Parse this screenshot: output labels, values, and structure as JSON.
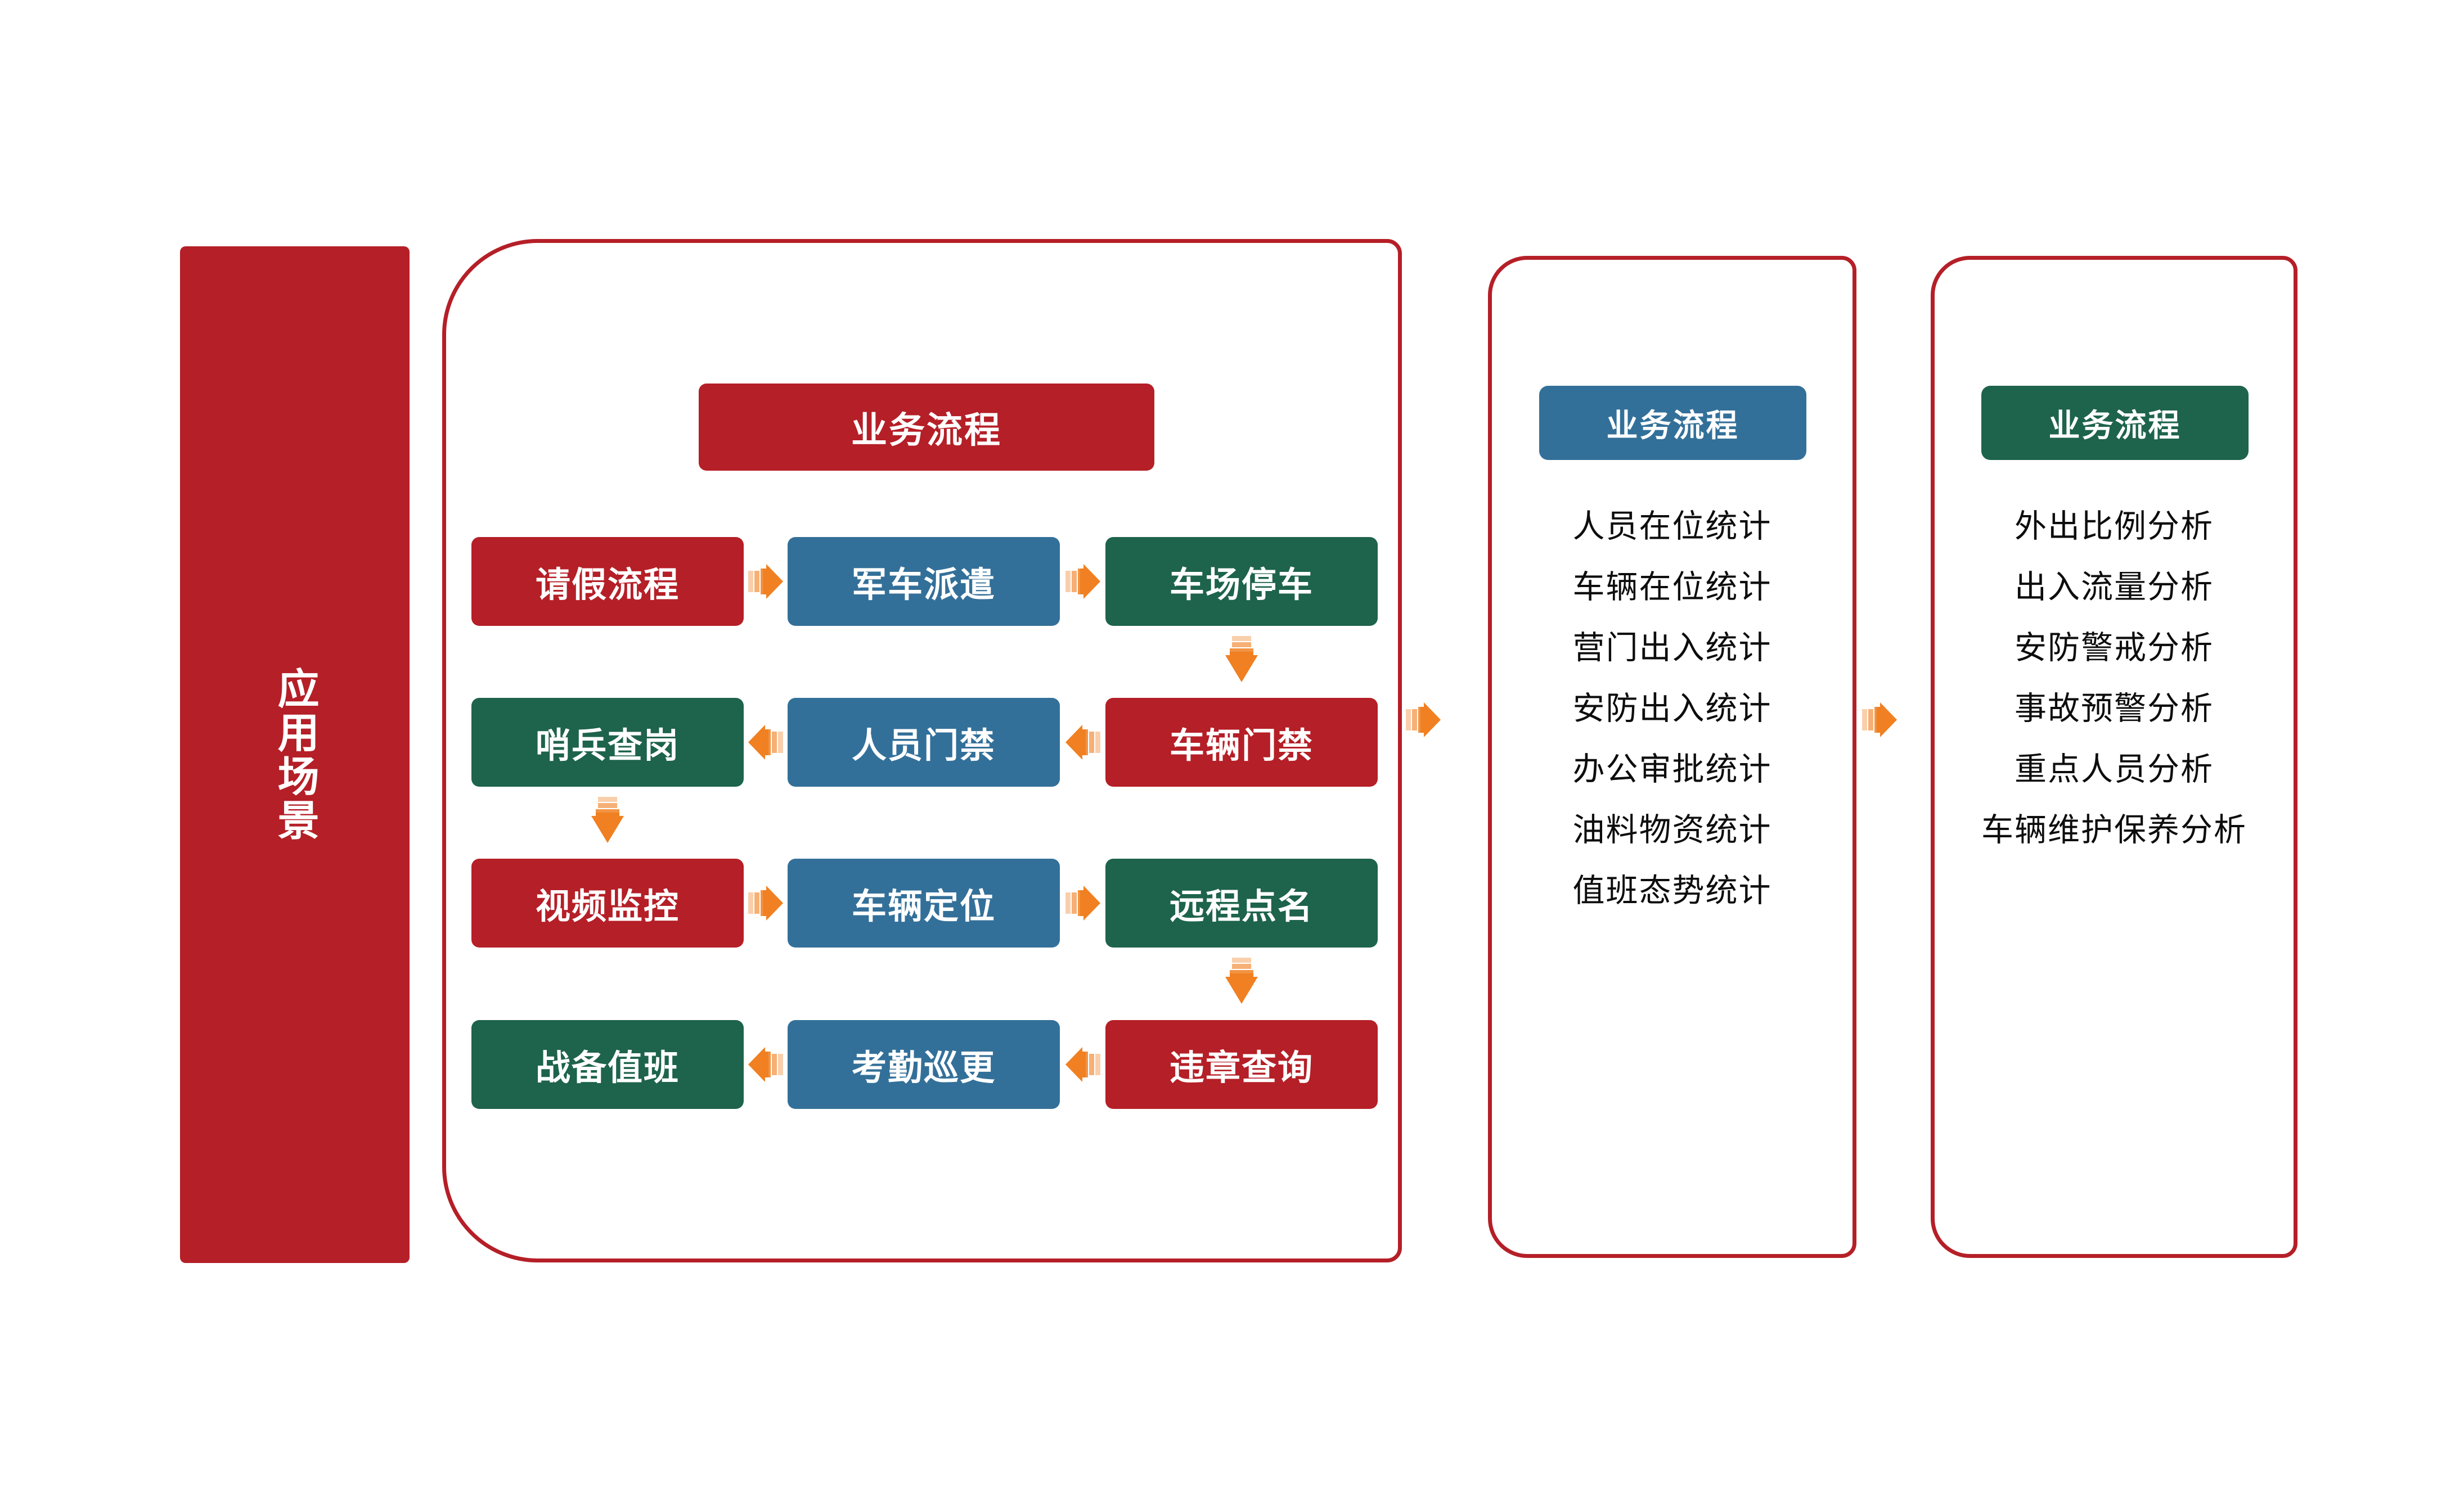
{
  "colors": {
    "red": "#B51F27",
    "blue": "#337099",
    "green": "#1E634C",
    "orange": "#F08022",
    "outline": "#B51F27",
    "text_dark": "#0d0d0d",
    "text_light": "#ffffff",
    "background": "#ffffff"
  },
  "banner": {
    "label": "应用场景"
  },
  "flow_panel": {
    "title": "业务流程",
    "rows": [
      {
        "direction": "right",
        "boxes": [
          {
            "label": "请假流程",
            "color": "red"
          },
          {
            "label": "军车派遣",
            "color": "blue"
          },
          {
            "label": "车场停车",
            "color": "green"
          }
        ]
      },
      {
        "direction": "left",
        "boxes": [
          {
            "label": "哨兵查岗",
            "color": "green"
          },
          {
            "label": "人员门禁",
            "color": "blue"
          },
          {
            "label": "车辆门禁",
            "color": "red"
          }
        ]
      },
      {
        "direction": "right",
        "boxes": [
          {
            "label": "视频监控",
            "color": "red"
          },
          {
            "label": "车辆定位",
            "color": "blue"
          },
          {
            "label": "远程点名",
            "color": "green"
          }
        ]
      },
      {
        "direction": "left",
        "boxes": [
          {
            "label": "战备值班",
            "color": "green"
          },
          {
            "label": "考勤巡更",
            "color": "blue"
          },
          {
            "label": "违章查询",
            "color": "red"
          }
        ]
      }
    ]
  },
  "stats_panel": {
    "title": "业务流程",
    "items": [
      "人员在位统计",
      "车辆在位统计",
      "营门出入统计",
      "安防出入统计",
      "办公审批统计",
      "油料物资统计",
      "值班态势统计"
    ]
  },
  "analysis_panel": {
    "title": "业务流程",
    "items": [
      "外出比例分析",
      "出入流量分析",
      "安防警戒分析",
      "事故预警分析",
      "重点人员分析",
      "车辆维护保养分析"
    ]
  },
  "connectors": {
    "panel_to_stats": "arrow-right",
    "stats_to_analysis": "arrow-right"
  }
}
